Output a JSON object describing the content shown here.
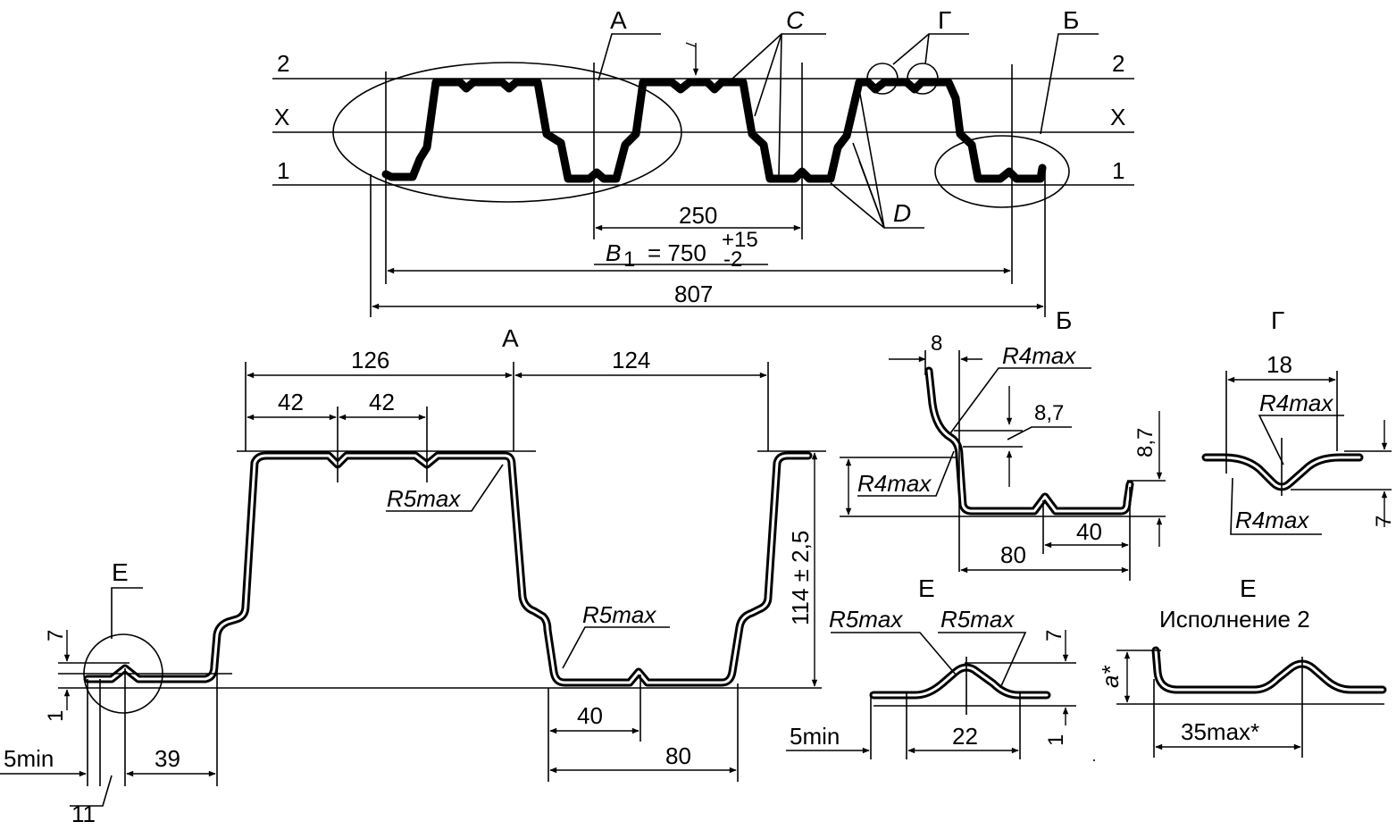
{
  "top": {
    "label_A": "А",
    "label_C": "С",
    "label_G": "Г",
    "label_B": "Б",
    "label_D": "D",
    "line2_left": "2",
    "line2_right": "2",
    "lineX_left": "X",
    "lineX_right": "X",
    "line1_left": "1",
    "line1_right": "1",
    "dim_250": "250",
    "b1_symbol": "B",
    "b1_sub": "1",
    "b1_eq": "= 750",
    "b1_plus": "+15",
    "b1_minus": "-2",
    "dim_807": "807"
  },
  "viewA": {
    "title": "А",
    "dim_126": "126",
    "dim_124": "124",
    "dim_42a": "42",
    "dim_42b": "42",
    "r5_top": "R5max",
    "r5_bottom": "R5max",
    "height": "114 ± 2,5",
    "label_E": "E",
    "dim_7": "7",
    "dim_1": "1",
    "dim_5min": "5min",
    "dim_39": "39",
    "dim_11": "11",
    "dim_40": "40",
    "dim_80": "80"
  },
  "viewB": {
    "title": "Б",
    "dim_8": "8",
    "r4_top": "R4max",
    "dim_87a": "8,7",
    "dim_87b": "8,7",
    "r4_left": "R4max",
    "dim_80": "80",
    "dim_40": "40"
  },
  "viewG": {
    "title": "Г",
    "dim_18": "18",
    "r4_top": "R4max",
    "r4_bottom": "R4max",
    "dim_7": "7"
  },
  "viewE": {
    "title": "E",
    "r5_left": "R5max",
    "r5_right": "R5max",
    "dim_7": "7",
    "dim_1": "1",
    "dim_5min": "5min",
    "dim_22": "22"
  },
  "viewE2": {
    "title": "E",
    "subtitle": "Исполнение 2",
    "dim_a": "a*",
    "dim_35": "35max*"
  }
}
